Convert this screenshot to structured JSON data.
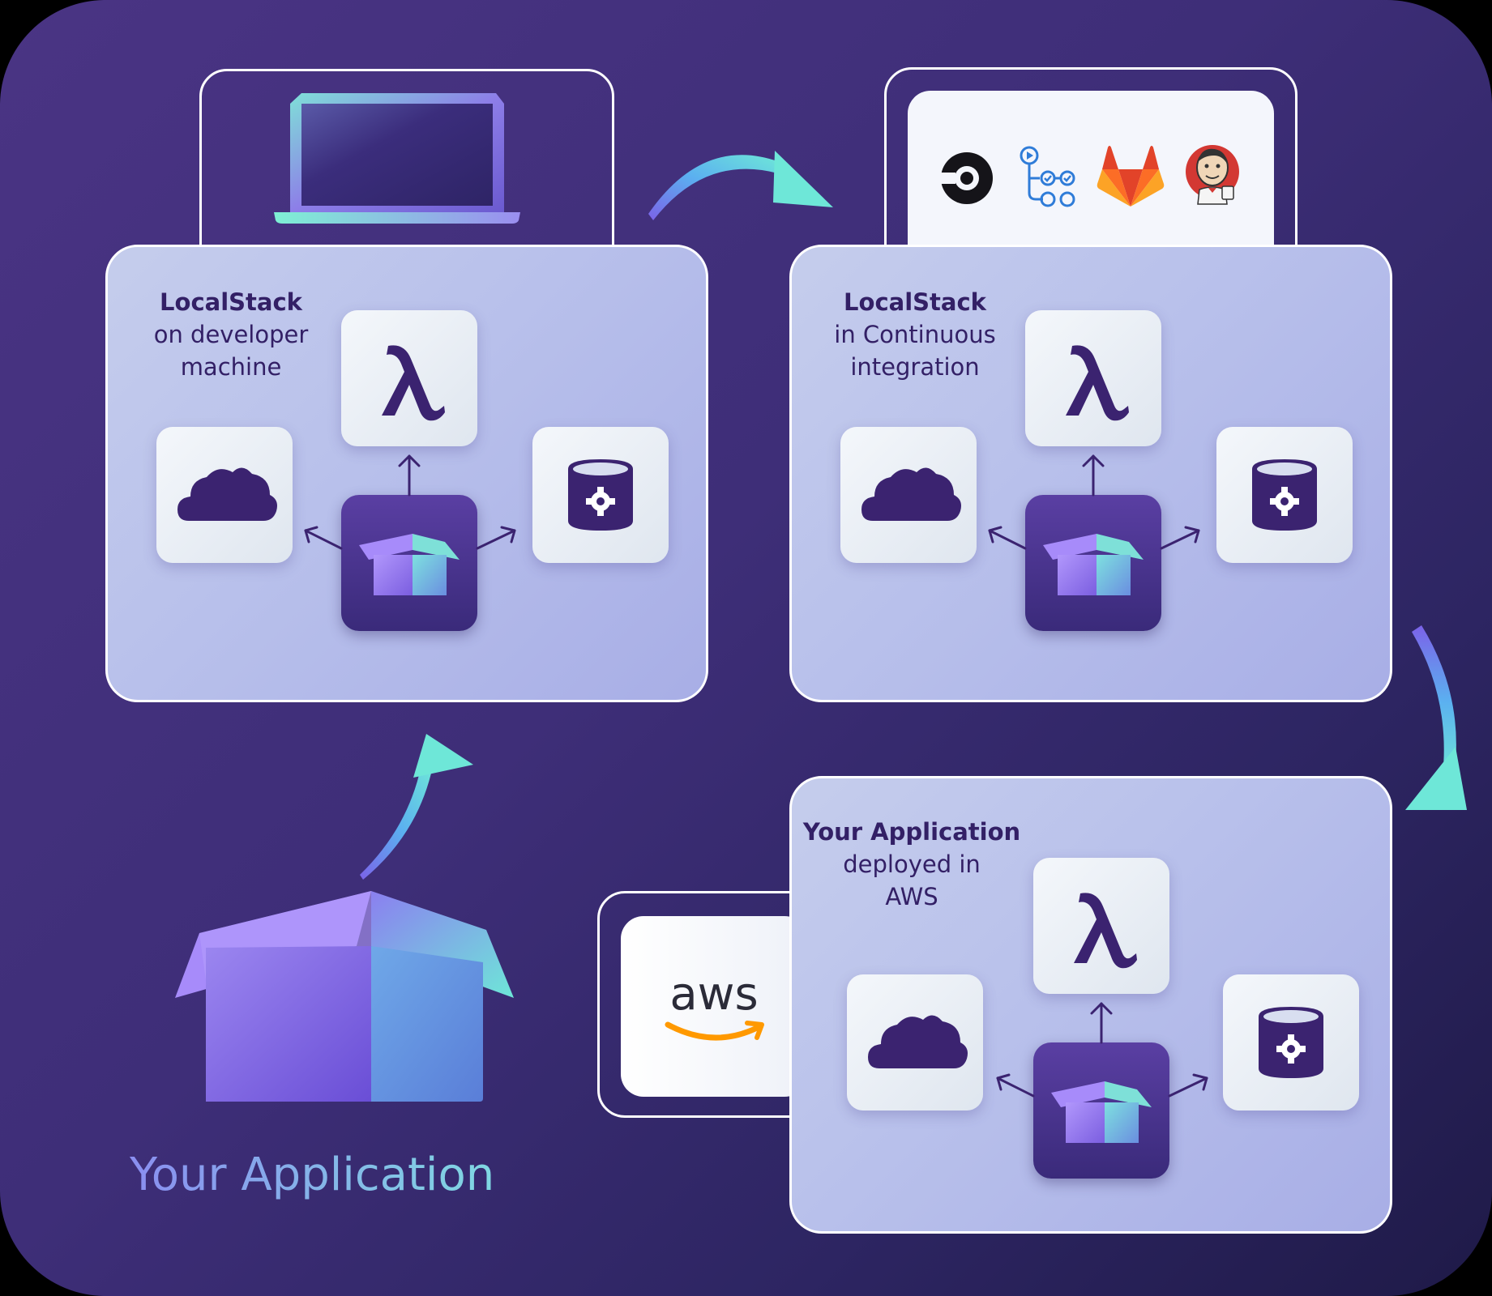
{
  "cards": [
    {
      "title_bold": "LocalStack",
      "title_line2": "on developer",
      "title_line3": "machine"
    },
    {
      "title_bold": "LocalStack",
      "title_line2": "in Continuous",
      "title_line3": "integration"
    },
    {
      "title_bold": "Your Application",
      "title_line2": "deployed in",
      "title_line3": "AWS"
    }
  ],
  "services": [
    {
      "name": "lambda",
      "icon": "lambda-icon"
    },
    {
      "name": "cloud",
      "icon": "cloud-icon"
    },
    {
      "name": "database",
      "icon": "database-gear-icon"
    }
  ],
  "ci_tools": [
    "circleci-icon",
    "github-actions-icon",
    "gitlab-icon",
    "jenkins-icon"
  ],
  "aws_logo": "aws",
  "app_caption": "Your Application",
  "colors": {
    "background": "#3e2e78",
    "card": "#bcc3ec",
    "accent_purple": "#a78bfa",
    "accent_teal": "#6ee7d8",
    "text_dark": "#332066"
  }
}
